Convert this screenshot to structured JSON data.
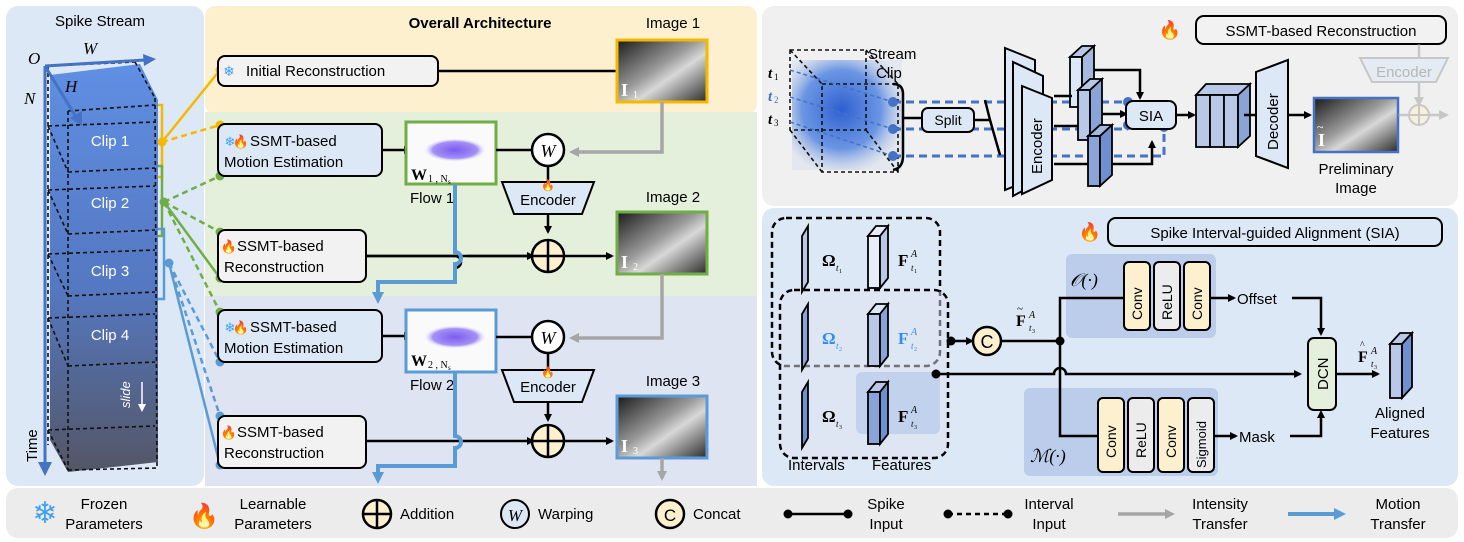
{
  "spike_stream": {
    "title": "Spike Stream",
    "axis_o": "O",
    "axis_w": "W",
    "axis_h": "H",
    "axis_n": "N",
    "axis_time": "Time",
    "clips": [
      "Clip 1",
      "Clip 2",
      "Clip 3",
      "Clip 4"
    ],
    "slide_label": "slide"
  },
  "overall": {
    "title": "Overall Architecture",
    "initial_reconstruction": "Initial Reconstruction",
    "motion_estimation_line1": "SSMT-based",
    "motion_estimation_line2": "Motion Estimation",
    "reconstruction_line1": "SSMT-based",
    "reconstruction_line2": "Reconstruction",
    "image1": "Image 1",
    "image2": "Image 2",
    "image3": "Image 3",
    "i1": "I",
    "i1_sub": "1",
    "i2": "I",
    "i2_sub": "2",
    "i3": "I",
    "i3_sub": "3",
    "flow1": "Flow 1",
    "flow2": "Flow 2",
    "w1": "W",
    "w1_sub": "1 , N",
    "w2": "W",
    "w2_sub": "2 , N",
    "ns_sub": "s",
    "encoder": "Encoder",
    "warp_symbol": "W"
  },
  "ssmt_recon": {
    "title": "SSMT-based Reconstruction",
    "stream_clip_line1": "Stream",
    "stream_clip_line2": "Clip",
    "t1": "t",
    "t1_sub": "1",
    "t2": "t",
    "t2_sub": "2",
    "t3": "t",
    "t3_sub": "3",
    "split": "Split",
    "encoder": "Encoder",
    "sia": "SIA",
    "decoder": "Decoder",
    "encoder_faded": "Encoder",
    "preliminary_line1": "Preliminary",
    "preliminary_line2": "Image",
    "i_tilde": "I"
  },
  "sia": {
    "title": "Spike Interval-guided Alignment (SIA)",
    "omega": "Ω",
    "f": "F",
    "sup_a": "A",
    "sub_t1": "t",
    "sub_1": "1",
    "sub_2": "2",
    "sub_3": "3",
    "intervals": "Intervals",
    "features": "Features",
    "concat": "C",
    "offset_func": "𝒪(·)",
    "mask_func": "ℳ(·)",
    "conv": "Conv",
    "relu": "ReLU",
    "sigmoid": "Sigmoid",
    "offset": "Offset",
    "mask": "Mask",
    "dcn": "DCN",
    "aligned_line1": "Aligned",
    "aligned_line2": "Features"
  },
  "legend": {
    "frozen_line1": "Frozen",
    "frozen_line2": "Parameters",
    "learnable_line1": "Learnable",
    "learnable_line2": "Parameters",
    "addition": "Addition",
    "warping": "Warping",
    "warp_symbol": "W",
    "concat": "Concat",
    "concat_symbol": "C",
    "spike_line1": "Spike",
    "spike_line2": "Input",
    "interval_line1": "Interval",
    "interval_line2": "Input",
    "intensity_line1": "Intensity",
    "intensity_line2": "Transfer",
    "motion_line1": "Motion",
    "motion_line2": "Transfer"
  },
  "colors": {
    "yellow": "#f5b800",
    "green": "#70ad47",
    "blue": "#5b9bd5",
    "gray_arrow": "#a6a6a6",
    "flow_purple": "#7b5cf0",
    "highlight_blue": "#2f8ff0"
  }
}
